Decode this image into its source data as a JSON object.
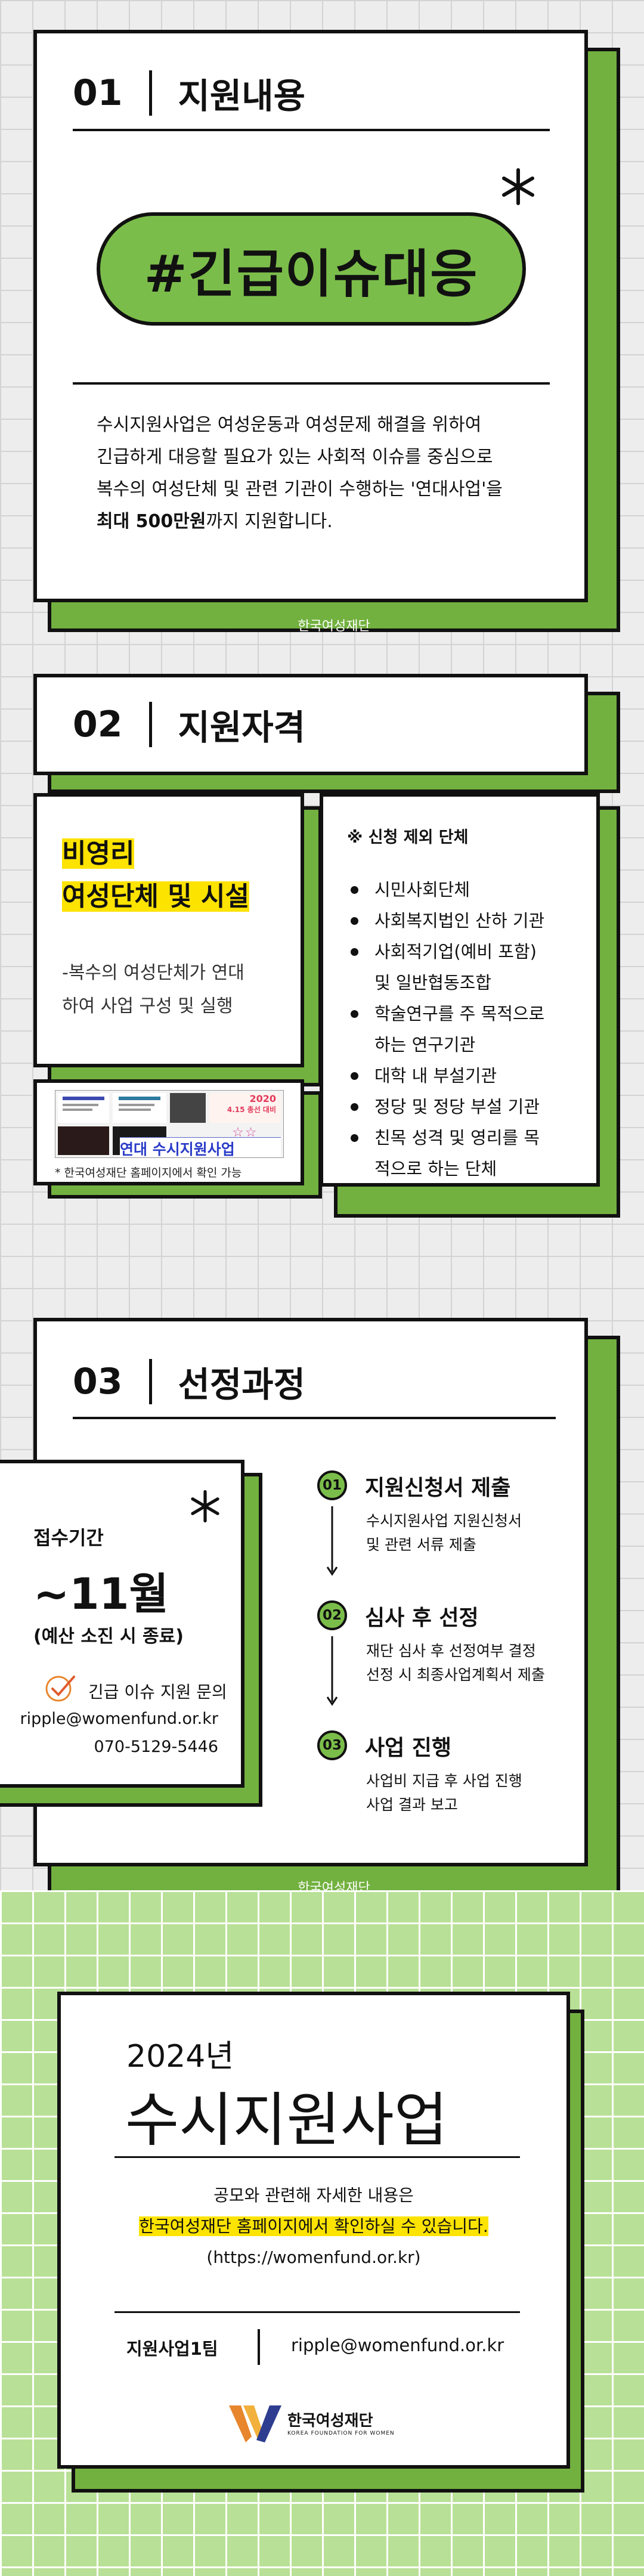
{
  "colors": {
    "accent_green": "#7bbd4a",
    "depth_green": "#72b13f",
    "highlight_yellow": "#fde300",
    "ink": "#111111"
  },
  "org_label": "한국여성재단",
  "section1": {
    "num": "01",
    "title": "지원내용",
    "badge": "#긴급이슈대응",
    "desc_1": "수시지원사업은 여성운동과 여성문제 해결을 위하여",
    "desc_2": "긴급하게 대응할 필요가 있는 사회적 이슈를 중심으로",
    "desc_3": "복수의 여성단체 및 관련 기관이 수행하는 '연대사업'을",
    "desc_4_bold": "최대 500만원",
    "desc_4_rest": "까지 지원합니다."
  },
  "section2": {
    "num": "02",
    "title": "지원자격",
    "left_hl_1": "비영리",
    "left_hl_2": "여성단체 및 시설",
    "left_desc_1": "-복수의 여성단체가 연대",
    "left_desc_2": "하여 사업 구성 및 실행",
    "thumb_caption": "* 한국여성재단 홈페이지에서 확인 가능",
    "thumb_tag_year": "2020",
    "thumb_tag_event": "4.15 총선 대비",
    "thumb_overlay": "연대 수시지원사업",
    "right_heading": "※ 신청 제외 단체",
    "exclusions": [
      "시민사회단체",
      "사회복지법인 산하 기관",
      "사회적기업(예비 포함)",
      "학술연구를 주 목적으로",
      "대학 내 부설기관",
      "정당 및 정당 부설 기관",
      "친목 성격 및 영리를 목"
    ],
    "exclusion_cont": [
      "",
      "",
      "및 일반협동조합",
      "하는 연구기관",
      "",
      "",
      "적으로 하는 단체"
    ]
  },
  "section3": {
    "num": "03",
    "title": "선정과정",
    "period_label": "접수기간",
    "period_value": "~11월",
    "period_note": "(예산 소진 시 종료)",
    "contact_title": "긴급 이슈 지원 문의",
    "contact_email": "ripple@womenfund.or.kr",
    "contact_phone": "070-5129-5446",
    "steps": [
      {
        "num": "01",
        "title": "지원신청서 제출",
        "desc_1": "수시지원사업 지원신청서",
        "desc_2": "및 관련 서류 제출"
      },
      {
        "num": "02",
        "title": "심사 후 선정",
        "desc_1": "재단 심사 후 선정여부 결정",
        "desc_2": "선정 시 최종사업계획서 제출"
      },
      {
        "num": "03",
        "title": "사업 진행",
        "desc_1": "사업비 지급 후 사업 진행",
        "desc_2": "사업 결과 보고"
      }
    ]
  },
  "closing": {
    "year": "2024년",
    "title": "수시지원사업",
    "info_1": "공모와 관련해 자세한 내용은",
    "info_2": "한국여성재단 홈페이지에서 확인하실 수 있습니다.",
    "info_3": "(https://womenfund.or.kr)",
    "team": "지원사업1팀",
    "email": "ripple@womenfund.or.kr",
    "logo_ko": "한국여성재단",
    "logo_en": "KOREA FOUNDATION FOR WOMEN"
  }
}
